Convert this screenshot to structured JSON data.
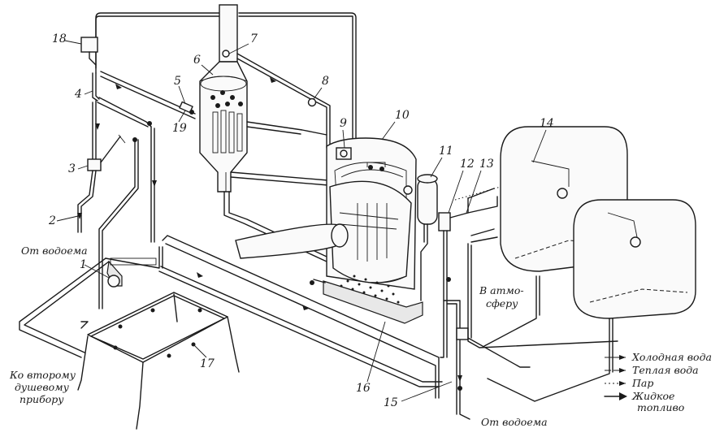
{
  "callouts": [
    "1",
    "2",
    "3",
    "4",
    "5",
    "6",
    "7",
    "8",
    "9",
    "10",
    "11",
    "12",
    "13",
    "14",
    "15",
    "16",
    "17",
    "18",
    "19"
  ],
  "labels": {
    "from_reservoir_left": "От водоема",
    "from_reservoir_bottom": "От водоема",
    "to_second_shower_1": "Ко второму",
    "to_second_shower_2": "душевому",
    "to_second_shower_3": "прибору",
    "to_atmosphere_1": "В атмо-",
    "to_atmosphere_2": "сферу"
  },
  "legend": [
    {
      "label": "Холодная вода",
      "style": "cold-water"
    },
    {
      "label": "Теплая вода",
      "style": "warm-water"
    },
    {
      "label": "Пар",
      "style": "steam"
    },
    {
      "label": "Жидкое",
      "style": "liquid-fuel"
    },
    {
      "label": "топливо",
      "style": "liquid-fuel-cont"
    }
  ]
}
